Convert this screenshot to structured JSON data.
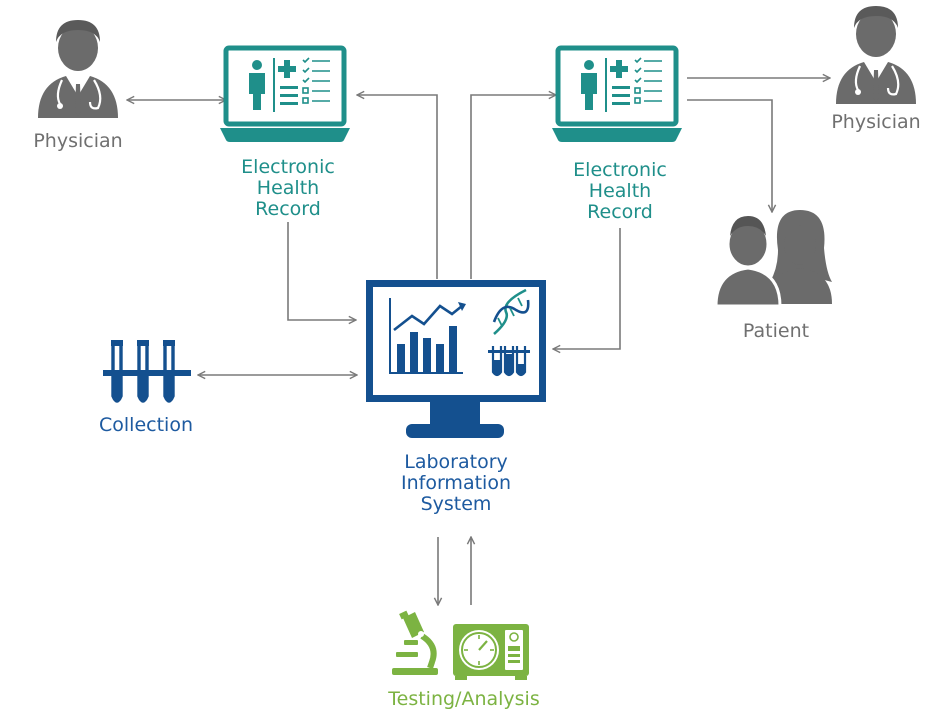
{
  "colors": {
    "gray": "#6b6b6b",
    "teal": "#1f8f8a",
    "navy": "#14508f",
    "green": "#7cb342",
    "arrow": "#7a7a7a"
  },
  "nodes": {
    "physician_left": {
      "label": "Physician",
      "icon": "physician-icon"
    },
    "ehr_left": {
      "lines": [
        "Electronic",
        "Health",
        "Record"
      ],
      "icon": "laptop-ehr-icon"
    },
    "ehr_right": {
      "lines": [
        "Electronic",
        "Health",
        "Record"
      ],
      "icon": "laptop-ehr-icon"
    },
    "physician_right": {
      "label": "Physician",
      "icon": "physician-icon"
    },
    "patient": {
      "label": "Patient",
      "icon": "patient-couple-icon"
    },
    "collection": {
      "label": "Collection",
      "icon": "test-tubes-icon"
    },
    "lis": {
      "lines": [
        "Laboratory",
        "Information",
        "System"
      ],
      "icon": "monitor-chart-dna-icon"
    },
    "testing": {
      "label": "Testing/Analysis",
      "icon": "microscope-analyzer-icon"
    }
  }
}
